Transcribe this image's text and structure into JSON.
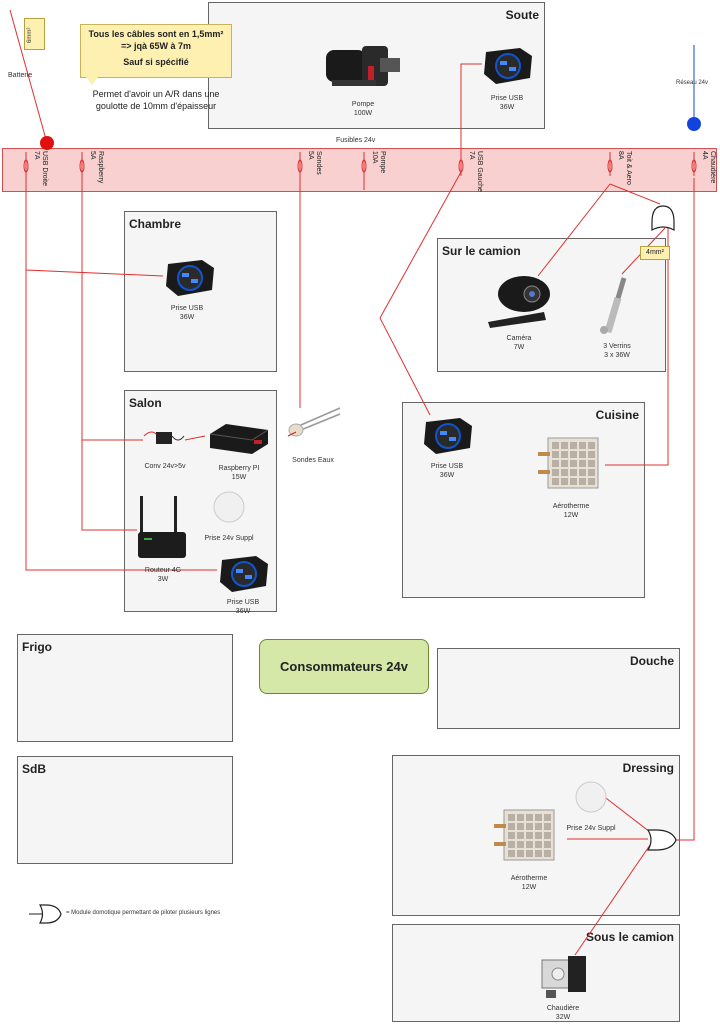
{
  "battery": {
    "label": "Batterie",
    "cable_tag": "6mm²"
  },
  "note": {
    "line1": "Tous les câbles sont en 1,5mm²",
    "line2": "=> jqà 65W à 7m",
    "line3": "Sauf si spécifié"
  },
  "note2": {
    "line1": "Permet d'avoir un A/R dans une",
    "line2": "goulotte de 10mm d'épaisseur"
  },
  "network": {
    "label": "Réseau 24v"
  },
  "fuse_bar": {
    "title": "Fusibles 24v",
    "fuses": [
      {
        "name": "USB Droite",
        "rating": "7A"
      },
      {
        "name": "Raspberry",
        "rating": "5A"
      },
      {
        "name": "Sondes",
        "rating": "5A"
      },
      {
        "name": "Pompe",
        "rating": "10A"
      },
      {
        "name": "USB Gauche",
        "rating": "7A"
      },
      {
        "name": "Toit & Aero",
        "rating": "8A"
      },
      {
        "name": "Chaudière",
        "rating": "4A"
      }
    ]
  },
  "rooms": {
    "soute": "Soute",
    "chambre": "Chambre",
    "salon": "Salon",
    "sur_camion": "Sur le camion",
    "cuisine": "Cuisine",
    "frigo": "Frigo",
    "sdb": "SdB",
    "douche": "Douche",
    "dressing": "Dressing",
    "sous_camion": "Sous le camion"
  },
  "devices": {
    "pompe": {
      "name": "Pompe",
      "power": "100W"
    },
    "usb_soute": {
      "name": "Prise USB",
      "power": "36W"
    },
    "usb_chambre": {
      "name": "Prise USB",
      "power": "36W"
    },
    "conv": {
      "name": "Conv 24v>5v"
    },
    "raspberry": {
      "name": "Raspberry PI",
      "power": "15W"
    },
    "sondes": {
      "name": "Sondes Eaux"
    },
    "routeur": {
      "name": "Routeur 4G",
      "power": "3W"
    },
    "prise24_salon": {
      "name": "Prise 24v Suppl"
    },
    "usb_salon": {
      "name": "Prise USB",
      "power": "36W"
    },
    "camera": {
      "name": "Caméra",
      "power": "7W"
    },
    "verrins": {
      "name": "3 Verrins",
      "power": "3 x 36W"
    },
    "usb_cuisine": {
      "name": "Prise USB",
      "power": "36W"
    },
    "aero_cuisine": {
      "name": "Aérotherme",
      "power": "12W"
    },
    "aero_dressing": {
      "name": "Aérotherme",
      "power": "12W"
    },
    "prise24_dressing": {
      "name": "Prise 24v Suppl"
    },
    "chaudiere": {
      "name": "Chaudière",
      "power": "32W"
    }
  },
  "wire_4mm": "4mm²",
  "center_label": "Consommateurs 24v",
  "legend": {
    "text": "= Module  domotique permettant de piloter plusieurs lignes"
  },
  "colors": {
    "wire": "#e03030",
    "fuse_bar": "#f8d0d0",
    "accent_green": "#d5e8a8",
    "note_yellow": "#fdf0b0",
    "node_blue": "#1144dd",
    "node_red": "#e01010"
  }
}
